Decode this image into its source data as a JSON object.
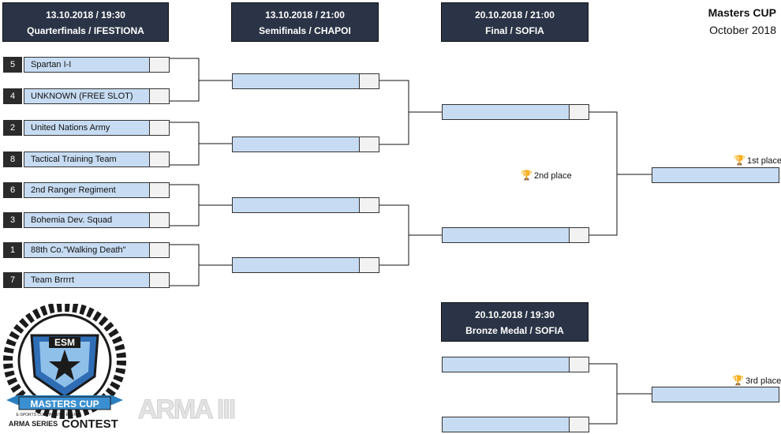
{
  "brand": {
    "title": "Masters CUP",
    "subtitle": "October 2018"
  },
  "rounds": [
    {
      "date": "13.10.2018 / 19:30",
      "name": "Quarterfinals / IFESTIONA"
    },
    {
      "date": "13.10.2018 / 21:00",
      "name": "Semifinals / CHAPOI"
    },
    {
      "date": "20.10.2018 / 21:00",
      "name": "Final / SOFIA"
    },
    {
      "date": "20.10.2018 / 19:30",
      "name": "Bronze Medal / SOFIA"
    }
  ],
  "quarterfinals": [
    {
      "seed": "5",
      "team": "Spartan I-I"
    },
    {
      "seed": "4",
      "team": "UNKNOWN (FREE SLOT)"
    },
    {
      "seed": "2",
      "team": "United Nations Army"
    },
    {
      "seed": "8",
      "team": "Tactical Training Team"
    },
    {
      "seed": "6",
      "team": "2nd Ranger Regiment"
    },
    {
      "seed": "3",
      "team": "Bohemia Dev. Squad"
    },
    {
      "seed": "1",
      "team": "88th Co.\"Walking Death\""
    },
    {
      "seed": "7",
      "team": "Team Brrrrt"
    }
  ],
  "places": {
    "first": "1st place",
    "second": "2nd place",
    "third": "3rd place"
  },
  "logos": {
    "esm_badge": {
      "top": "ESM",
      "ribbon": "MASTERS CUP",
      "small": "E-SPORTS CONTINENTAL EVENTS",
      "bottom_left": "ARMA SERIES",
      "bottom_right": "CONTEST"
    },
    "arma": "ARMA III"
  },
  "colors": {
    "header_bg": "#2a3446",
    "team_fill": "#c7dcf2",
    "score_fill": "#f2f2f2"
  }
}
